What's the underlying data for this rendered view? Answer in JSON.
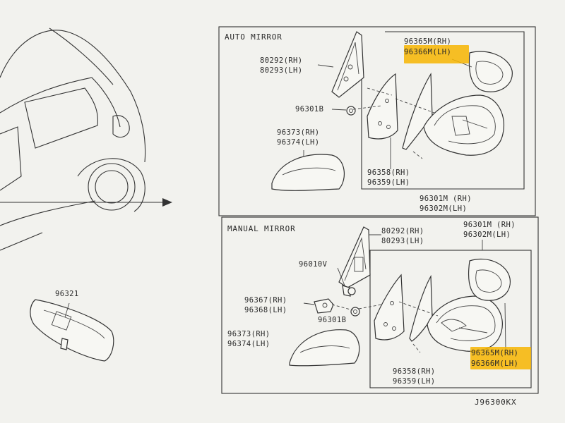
{
  "sections": {
    "auto": {
      "title": "AUTO MIRROR"
    },
    "manual": {
      "title": "MANUAL MIRROR"
    }
  },
  "labels": {
    "auto_96365m": "96365M(RH)",
    "auto_96366m": "96366M(LH)",
    "auto_80292": "80292(RH)",
    "auto_80293": "80293(LH)",
    "auto_96301b": "96301B",
    "auto_96373": "96373(RH)",
    "auto_96374": "96374(LH)",
    "auto_96358": "96358(RH)",
    "auto_96359": "96359(LH)",
    "auto_96301m": "96301M (RH)",
    "auto_96302m": "96302M(LH)",
    "man_80292": "80292(RH)",
    "man_80293": "80293(LH)",
    "man_96301m": "96301M (RH)",
    "man_96302m": "96302M(LH)",
    "man_96010v": "96010V",
    "man_96367": "96367(RH)",
    "man_96368": "96368(LH)",
    "man_96301b": "96301B",
    "man_96373": "96373(RH)",
    "man_96374": "96374(LH)",
    "man_96365m": "96365M(RH)",
    "man_96366m": "96366M(LH)",
    "man_96358": "96358(RH)",
    "man_96359": "96359(LH)",
    "rear_96321": "96321",
    "diagram_code": "J96300KX"
  },
  "highlight_color": "#f7b500"
}
